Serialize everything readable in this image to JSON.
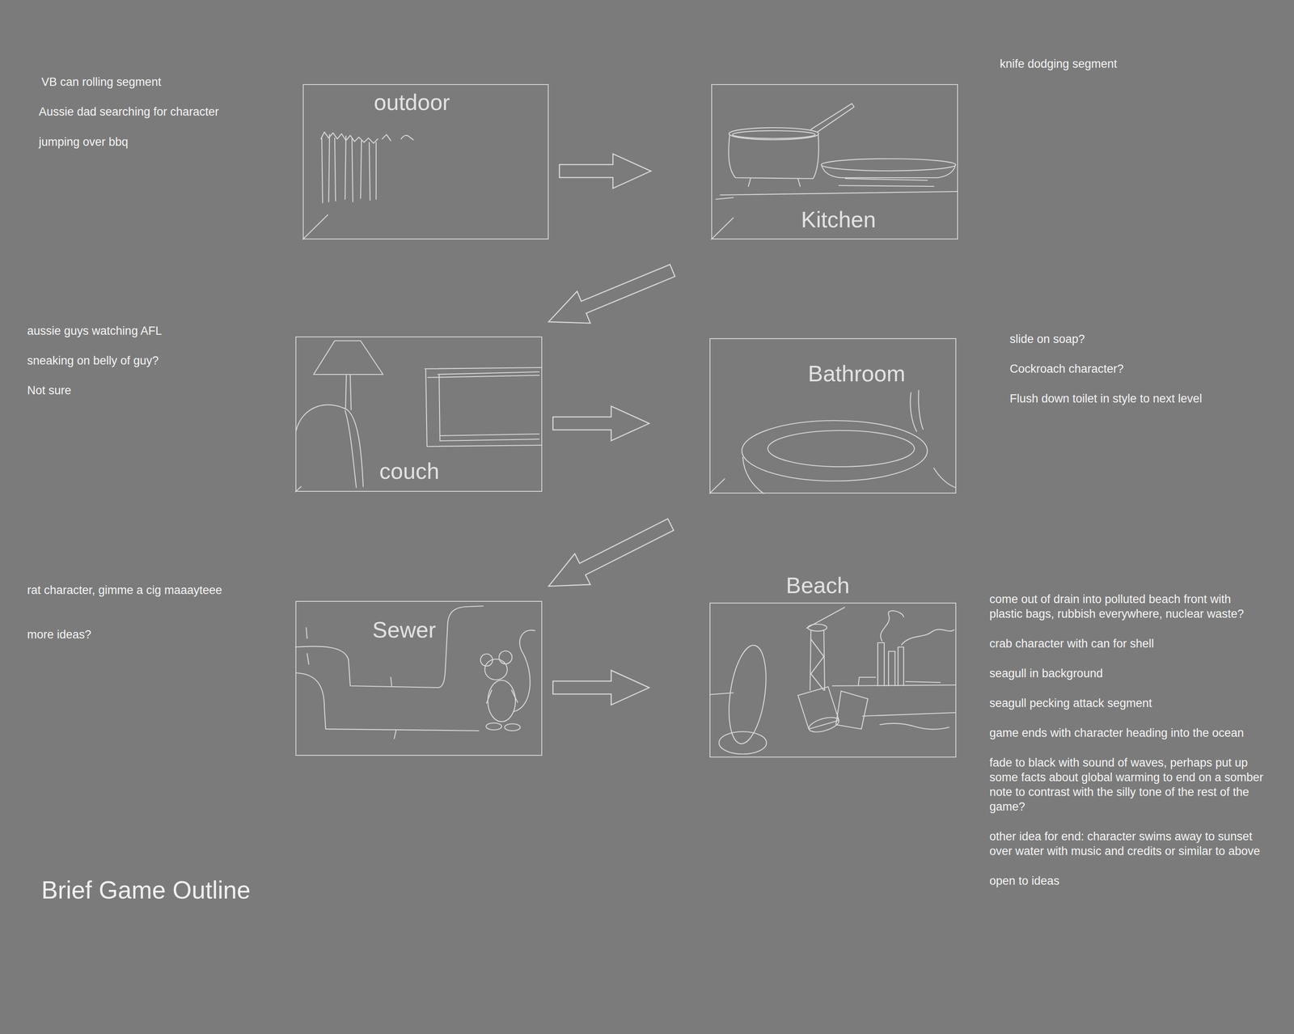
{
  "diagram": {
    "title": "Brief Game Outline",
    "nodes": [
      {
        "text": [
          "outdoor"
        ]
      },
      {
        "text": [
          "Kitchen"
        ]
      },
      {
        "text": [
          "couch"
        ]
      },
      {
        "text": [
          "Bathroom"
        ]
      },
      {
        "text": [
          "Sewer"
        ]
      },
      {
        "text": [
          "Beach"
        ]
      }
    ],
    "edges": [
      {
        "from": 0,
        "to": 1,
        "arrow": "to"
      },
      {
        "from": 1,
        "to": 2,
        "arrow": "to"
      },
      {
        "from": 2,
        "to": 3,
        "arrow": "to"
      },
      {
        "from": 3,
        "to": 4,
        "arrow": "to"
      },
      {
        "from": 4,
        "to": 5,
        "arrow": "to"
      }
    ],
    "labels": [
      "VB can rolling segment",
      "Aussie dad searching for character",
      "jumping over bbq",
      "knife dodging segment",
      "aussie guys watching AFL",
      "sneaking on belly of guy?",
      "Not sure",
      "slide on soap?",
      "Cockroach character?",
      "Flush down toilet in style to next level",
      "rat character, gimme a cig maaayteee",
      "more ideas?",
      "come out of drain into polluted beach front with plastic bags, rubbish everywhere, nuclear waste?",
      "crab character with can for shell",
      "seagull in background",
      "seagull pecking attack segment",
      "game ends with character heading into the ocean",
      "fade to black with sound of waves, perhaps put up some facts about global warming to end on a somber note to contrast with the silly tone of the rest of the game?",
      "other idea for end: character swims away to sunset over water with music and credits or similar to above",
      "open to ideas"
    ]
  }
}
